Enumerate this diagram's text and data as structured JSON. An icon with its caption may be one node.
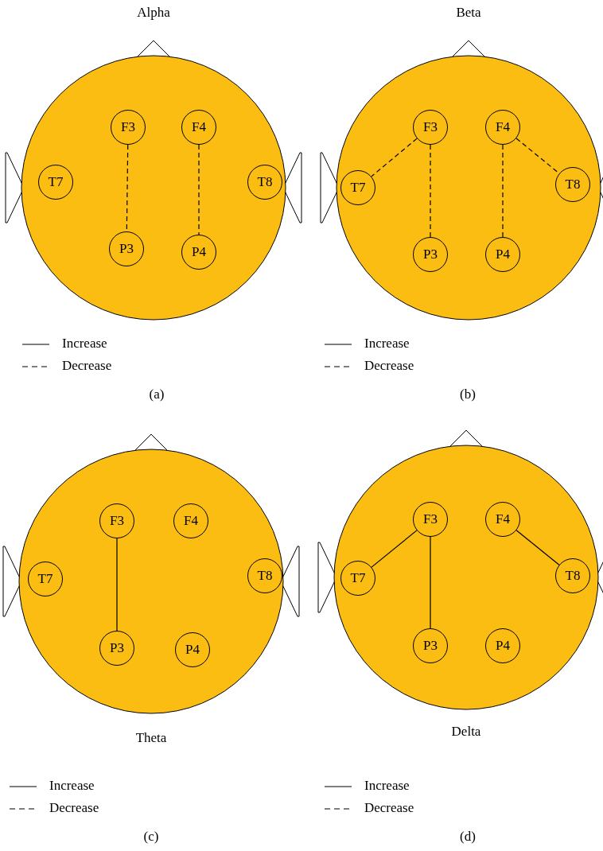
{
  "diagram": {
    "nodes": [
      {
        "text": [
          "Alpha"
        ]
      },
      {
        "text": [
          "F3"
        ],
        "in": 0
      },
      {
        "text": [
          "F4"
        ],
        "in": 0
      },
      {
        "text": [
          "T7"
        ],
        "in": 0
      },
      {
        "text": [
          "T8"
        ],
        "in": 0
      },
      {
        "text": [
          "P3"
        ],
        "in": 0
      },
      {
        "text": [
          "P4"
        ],
        "in": 0
      },
      {
        "text": [
          "Beta"
        ]
      },
      {
        "text": [
          "F3"
        ],
        "in": 7
      },
      {
        "text": [
          "F4"
        ],
        "in": 7
      },
      {
        "text": [
          "T7"
        ],
        "in": 7
      },
      {
        "text": [
          "T8"
        ],
        "in": 7
      },
      {
        "text": [
          "P3"
        ],
        "in": 7
      },
      {
        "text": [
          "P4"
        ],
        "in": 7
      },
      {
        "text": [
          "Theta"
        ]
      },
      {
        "text": [
          "F3"
        ],
        "in": 14
      },
      {
        "text": [
          "F4"
        ],
        "in": 14
      },
      {
        "text": [
          "T7"
        ],
        "in": 14
      },
      {
        "text": [
          "T8"
        ],
        "in": 14
      },
      {
        "text": [
          "P3"
        ],
        "in": 14
      },
      {
        "text": [
          "P4"
        ],
        "in": 14
      },
      {
        "text": [
          "Delta"
        ]
      },
      {
        "text": [
          "F3"
        ],
        "in": 21
      },
      {
        "text": [
          "F4"
        ],
        "in": 21
      },
      {
        "text": [
          "T7"
        ],
        "in": 21
      },
      {
        "text": [
          "T8"
        ],
        "in": 21
      },
      {
        "text": [
          "P3"
        ],
        "in": 21
      },
      {
        "text": [
          "P4"
        ],
        "in": 21
      }
    ],
    "edges": [
      {
        "from": 1,
        "to": 5,
        "arrow": "none",
        "style": "dashed"
      },
      {
        "from": 2,
        "to": 6,
        "arrow": "none",
        "style": "dashed"
      },
      {
        "from": 8,
        "to": 10,
        "arrow": "none",
        "style": "dashed"
      },
      {
        "from": 8,
        "to": 12,
        "arrow": "none",
        "style": "dashed"
      },
      {
        "from": 9,
        "to": 13,
        "arrow": "none",
        "style": "dashed"
      },
      {
        "from": 9,
        "to": 11,
        "arrow": "none",
        "style": "dashed"
      },
      {
        "from": 15,
        "to": 19,
        "arrow": "none"
      },
      {
        "from": 22,
        "to": 24,
        "arrow": "none"
      },
      {
        "from": 22,
        "to": 26,
        "arrow": "none"
      },
      {
        "from": 23,
        "to": 25,
        "arrow": "none"
      }
    ],
    "labels": [
      "(a)",
      "(b)",
      "(c)",
      "(d)"
    ],
    "legend": [
      {
        "text": "Increase"
      },
      {
        "text": "Decrease"
      },
      {
        "text": "Increase"
      },
      {
        "text": "Decrease"
      },
      {
        "text": "Increase"
      },
      {
        "text": "Decrease"
      },
      {
        "text": "Increase"
      },
      {
        "text": "Decrease"
      }
    ]
  }
}
